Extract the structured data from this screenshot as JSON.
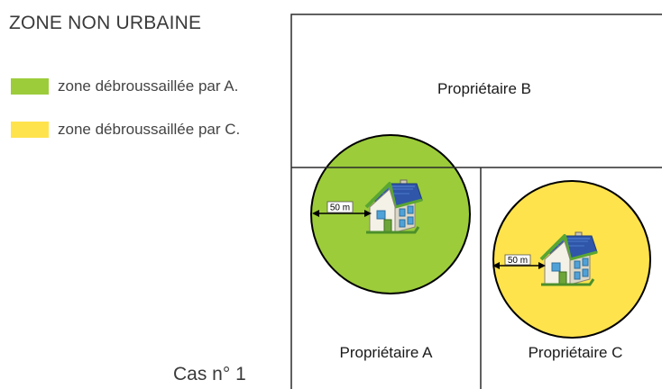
{
  "title": "ZONE NON URBAINE",
  "legend": [
    {
      "color": "#9ccc3a",
      "label": "zone débroussaillée par A."
    },
    {
      "color": "#ffe34d",
      "label": "zone débroussaillée par C."
    }
  ],
  "case_label": "Cas n° 1",
  "parcels": {
    "b": "Propriétaire B",
    "a": "Propriétaire A",
    "c": "Propriétaire C"
  },
  "zones": {
    "a": {
      "color": "#9ccc3a",
      "radius_label": "50 m"
    },
    "c": {
      "color": "#ffe34d",
      "radius_label": "50 m"
    }
  },
  "colors": {
    "parcel_border": "#2b2b2b",
    "zone_border": "#000000",
    "roof": "#2f56a8",
    "roof_trim": "#5aa632",
    "house_wall": "#f4f1e6",
    "door": "#6ea53a",
    "window": "#4fa2d8"
  }
}
